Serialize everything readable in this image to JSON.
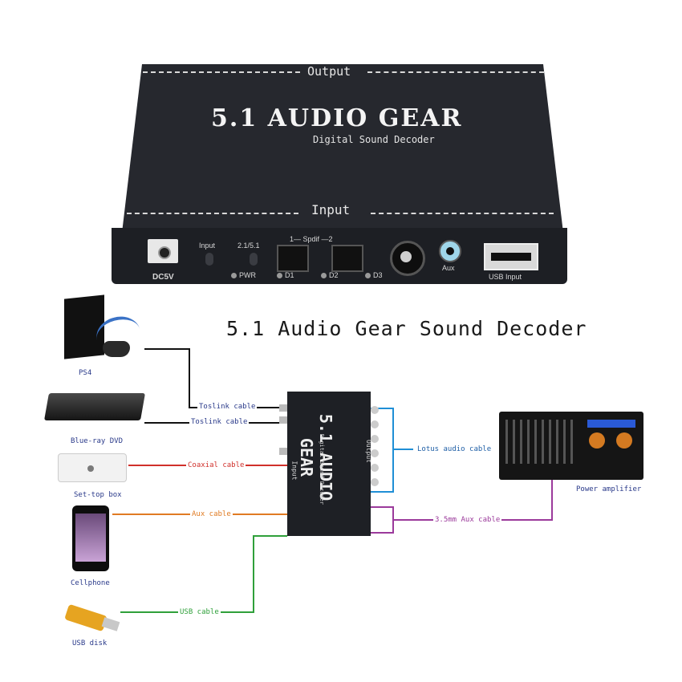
{
  "device": {
    "output_label": "Output",
    "input_label": "Input",
    "title": "5.1 AUDIO GEAR",
    "subtitle": "Digital Sound Decoder",
    "ports": {
      "dc5v": "DC5V",
      "input": "Input",
      "mode": "2.1/5.1",
      "spdif": "1— Spdif —2",
      "aux": "Aux",
      "usb": "USB Input"
    },
    "leds": [
      "PWR",
      "D1",
      "D2",
      "D3"
    ]
  },
  "main_title": "5.1 Audio Gear Sound Decoder",
  "sources": [
    {
      "label": "PS4",
      "cable": "Toslink cable",
      "color": "#111111"
    },
    {
      "label": "Blue-ray DVD",
      "cable": "Toslink cable",
      "color": "#111111"
    },
    {
      "label": "Set-top box",
      "cable": "Coaxial cable",
      "color": "#d0302b"
    },
    {
      "label": "Cellphone",
      "cable": "Aux cable",
      "color": "#e07b23"
    },
    {
      "label": "USB disk",
      "cable": "USB cable",
      "color": "#2fa03a"
    }
  ],
  "outputs": [
    {
      "cable": "Lotus audio cable",
      "color": "#1f8fd6"
    },
    {
      "cable": "3.5mm Aux cable",
      "color": "#9b3a9b"
    }
  ],
  "amplifier_label": "Power amplifier",
  "small_device": {
    "title": "5.1 AUDIO GEAR",
    "subtitle": "Digital Sound Decoder",
    "input": "Input",
    "output": "Output"
  }
}
